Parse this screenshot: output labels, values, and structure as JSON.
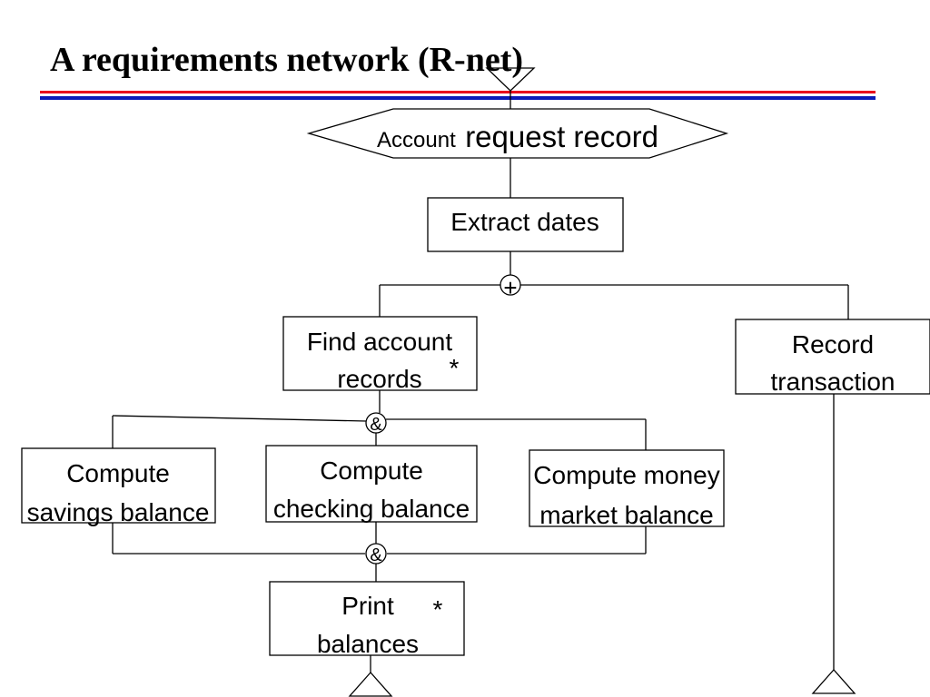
{
  "title": "A requirements network (R-net)",
  "nodes": {
    "start": {
      "label_prefix": "Account",
      "label_main": "request record"
    },
    "extract": {
      "label": "Extract dates"
    },
    "find": {
      "line1": "Find account",
      "line2": "records",
      "marker": "*"
    },
    "record": {
      "line1": "Record",
      "line2": "transaction"
    },
    "savings": {
      "line1": "Compute",
      "line2": "savings balance"
    },
    "checking": {
      "line1": "Compute",
      "line2": "checking balance"
    },
    "money": {
      "line1": "Compute money",
      "line2": "market balance"
    },
    "print": {
      "line1": "Print",
      "line2": "balances",
      "marker": "*"
    }
  },
  "connectors": {
    "or_node": "+",
    "and_split": "&",
    "and_join": "&"
  },
  "colors": {
    "rule_red": "#e8001c",
    "rule_blue": "#0a1ab8",
    "line": "#000000"
  }
}
